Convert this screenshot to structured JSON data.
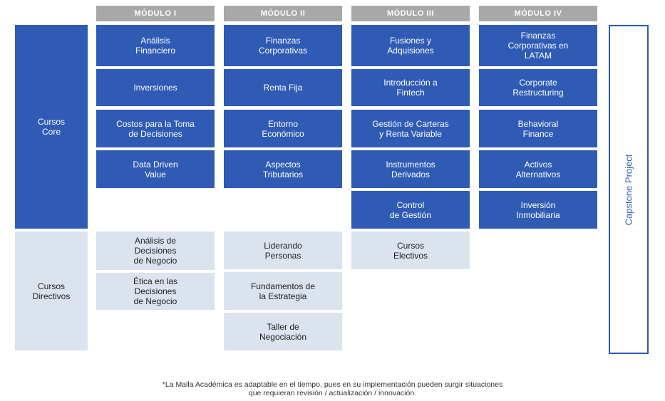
{
  "modules": [
    "MÓDULO I",
    "MÓDULO II",
    "MÓDULO III",
    "MÓDULO IV"
  ],
  "rows": {
    "core_label": "Cursos\nCore",
    "directivos_label": "Cursos\nDirectivos"
  },
  "core": {
    "m1": [
      "Análisis\nFinanciero",
      "Inversiones",
      "Costos para la Toma\nde Decisiones",
      "Data Driven\nValue"
    ],
    "m2": [
      "Finanzas\nCorporativas",
      "Renta Fija",
      "Entorno\nEconómico",
      "Aspectos\nTributarios"
    ],
    "m3": [
      "Fusiones y\nAdquisiones",
      "Introducción a\nFintech",
      "Gestión de Carteras\ny Renta Variable",
      "Instrumentos\nDerivados",
      "Control\nde Gestión"
    ],
    "m4": [
      "Finanzas\nCorporativas en\nLATAM",
      "Corporate\nRestructuring",
      "Behavioral\nFinance",
      "Activos\nAlternativos",
      "Inversión\nInmobiliaria"
    ]
  },
  "directivos": {
    "m1": [
      "Análisis de\nDecisiones\nde Negocio",
      "Ética en las\nDecisiones\nde Negocio"
    ],
    "m2": [
      "Liderando\nPersonas",
      "Fundamentos de\nla Estrategia",
      "Taller de\nNegociación"
    ],
    "m3": [
      "Cursos\nElectivos"
    ]
  },
  "capstone": "Capstone Project",
  "footnote": "*La Malla Académica es adaptable en el tiempo, pues en su implementación pueden surgir situaciones\nque requieran revisión / actualización / innovación.",
  "colors": {
    "dark_blue": "#2f5bb5",
    "light_blue": "#dbe3ef",
    "header_gray": "#a8a8a8"
  }
}
